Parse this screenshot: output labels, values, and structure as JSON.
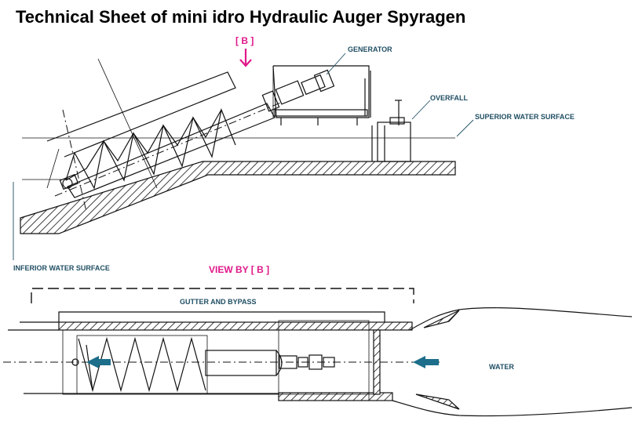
{
  "title": "Technical Sheet of mini idro Hydraulic Auger Spyragen",
  "labels": {
    "b_marker": "[ B ]",
    "generator": "GENERATOR",
    "overfall": "OVERFALL",
    "superior_water_surface": "SUPERIOR WATER SURFACE",
    "inferior_water_surface": "INFERIOR WATER SURFACE",
    "view_by": "VIEW BY [ B ]",
    "gutter_and_bypass": "GUTTER AND BYPASS",
    "water": "WATER"
  },
  "colors": {
    "accent": "#e0188a",
    "label": "#1f4e63",
    "flow_arrow": "#1d6e8a",
    "line": "#111111"
  },
  "icons": {
    "b_arrow": "arrow-down-icon",
    "flow_arrow_left": "arrow-left-icon",
    "flow_arrow_right": "arrow-left-icon"
  }
}
